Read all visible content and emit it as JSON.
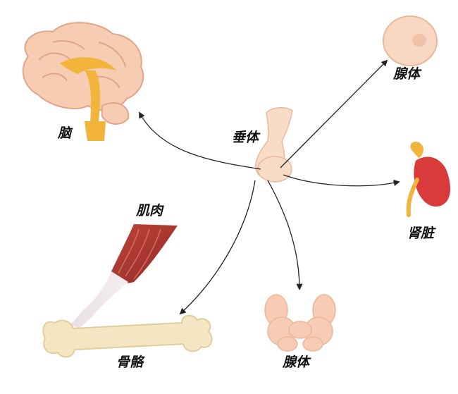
{
  "labels": {
    "pituitary": "垂体",
    "brain": "脑",
    "gland_top": "腺体",
    "kidney": "肾脏",
    "muscle": "肌肉",
    "bone": "骨骼",
    "gland_bottom": "腺体"
  },
  "colors": {
    "arrow": "#222222",
    "brain_outer": "#f6cdb2",
    "brain_core": "#f2b43a",
    "pituitary": "#f9dcc8",
    "kidney": "#d93a3a",
    "adrenal": "#f2b33a",
    "muscle": "#b33a32",
    "bone": "#f4e6c2",
    "thyroid": "#f7cbb4",
    "gland_cell": "#f8d8c2"
  }
}
